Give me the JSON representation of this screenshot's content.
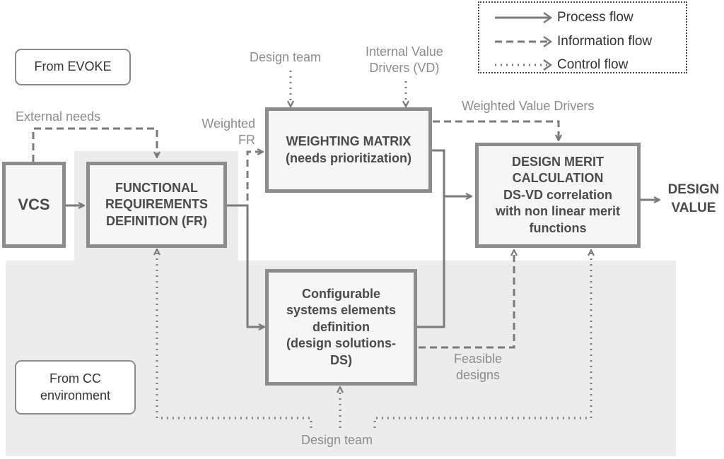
{
  "tags": {
    "from_evoke": "From EVOKE",
    "from_cc": "From CC\nenvironment"
  },
  "legend": {
    "process": "Process flow",
    "information": "Information flow",
    "control": "Control flow"
  },
  "boxes": {
    "vcs": "VCS",
    "fr": "FUNCTIONAL\nREQUIREMENTS\nDEFINITION (FR)",
    "weighting": "WEIGHTING MATRIX\n(needs prioritization)",
    "configurable": "Configurable\nsystems elements\ndefinition\n(design solutions-\nDS)",
    "merit": "DESIGN MERIT\nCALCULATION\nDS-VD correlation\nwith non linear merit\nfunctions"
  },
  "labels": {
    "external_needs": "External needs",
    "design_team_top": "Design team",
    "internal_vd": "Internal Value\nDrivers (VD)",
    "weighted_fr": "Weighted\nFR",
    "weighted_vd": "Weighted Value Drivers",
    "feasible": "Feasible\ndesigns",
    "design_team_bottom": "Design team"
  },
  "output": "DESIGN\nVALUE",
  "colors": {
    "box_border": "#8c8c8c",
    "zone": "#ececec",
    "arrow": "#7a7a7a"
  }
}
